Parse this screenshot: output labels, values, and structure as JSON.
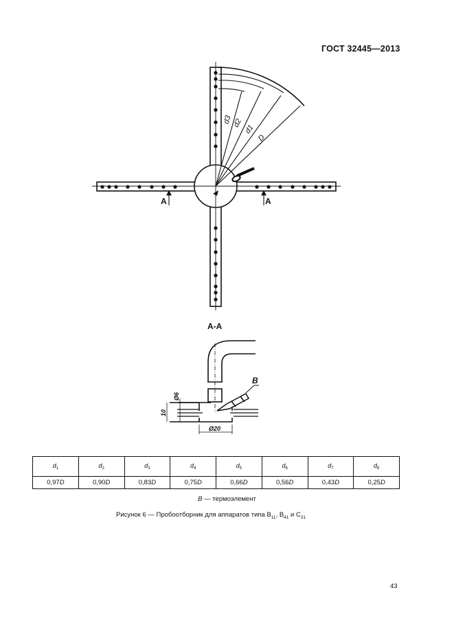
{
  "header": {
    "standard": "ГОСТ 32445—2013"
  },
  "figure": {
    "top_view": {
      "radius_labels": [
        "d3",
        "d2",
        "d1",
        "D"
      ],
      "section_mark": "A"
    },
    "section_view": {
      "title": "А-А",
      "label_b": "B",
      "dim_pipe": "Ø6",
      "dim_height": "10",
      "dim_diameter": "Ø20"
    }
  },
  "table": {
    "headers": [
      {
        "sym": "d",
        "sub": "1"
      },
      {
        "sym": "d",
        "sub": "2"
      },
      {
        "sym": "d",
        "sub": "3"
      },
      {
        "sym": "d",
        "sub": "4"
      },
      {
        "sym": "d",
        "sub": "5"
      },
      {
        "sym": "d",
        "sub": "6"
      },
      {
        "sym": "d",
        "sub": "7"
      },
      {
        "sym": "d",
        "sub": "8"
      }
    ],
    "values": [
      {
        "num": "0,97",
        "unit": "D"
      },
      {
        "num": "0,90",
        "unit": "D"
      },
      {
        "num": "0,83",
        "unit": "D"
      },
      {
        "num": "0,75",
        "unit": "D"
      },
      {
        "num": "0,66",
        "unit": "D"
      },
      {
        "num": "0,56",
        "unit": "D"
      },
      {
        "num": "0,43",
        "unit": "D"
      },
      {
        "num": "0,25",
        "unit": "D"
      }
    ]
  },
  "legend": {
    "symbol": "B",
    "text": " — термоэлемент"
  },
  "caption": {
    "prefix": "Рисунок 6 — Пробоотборник для аппаратов типа В",
    "sub1": "11",
    "mid1": ", В",
    "sub2": "41",
    "mid2": " и С",
    "sub3": "31"
  },
  "footer": {
    "page_number": "43"
  }
}
